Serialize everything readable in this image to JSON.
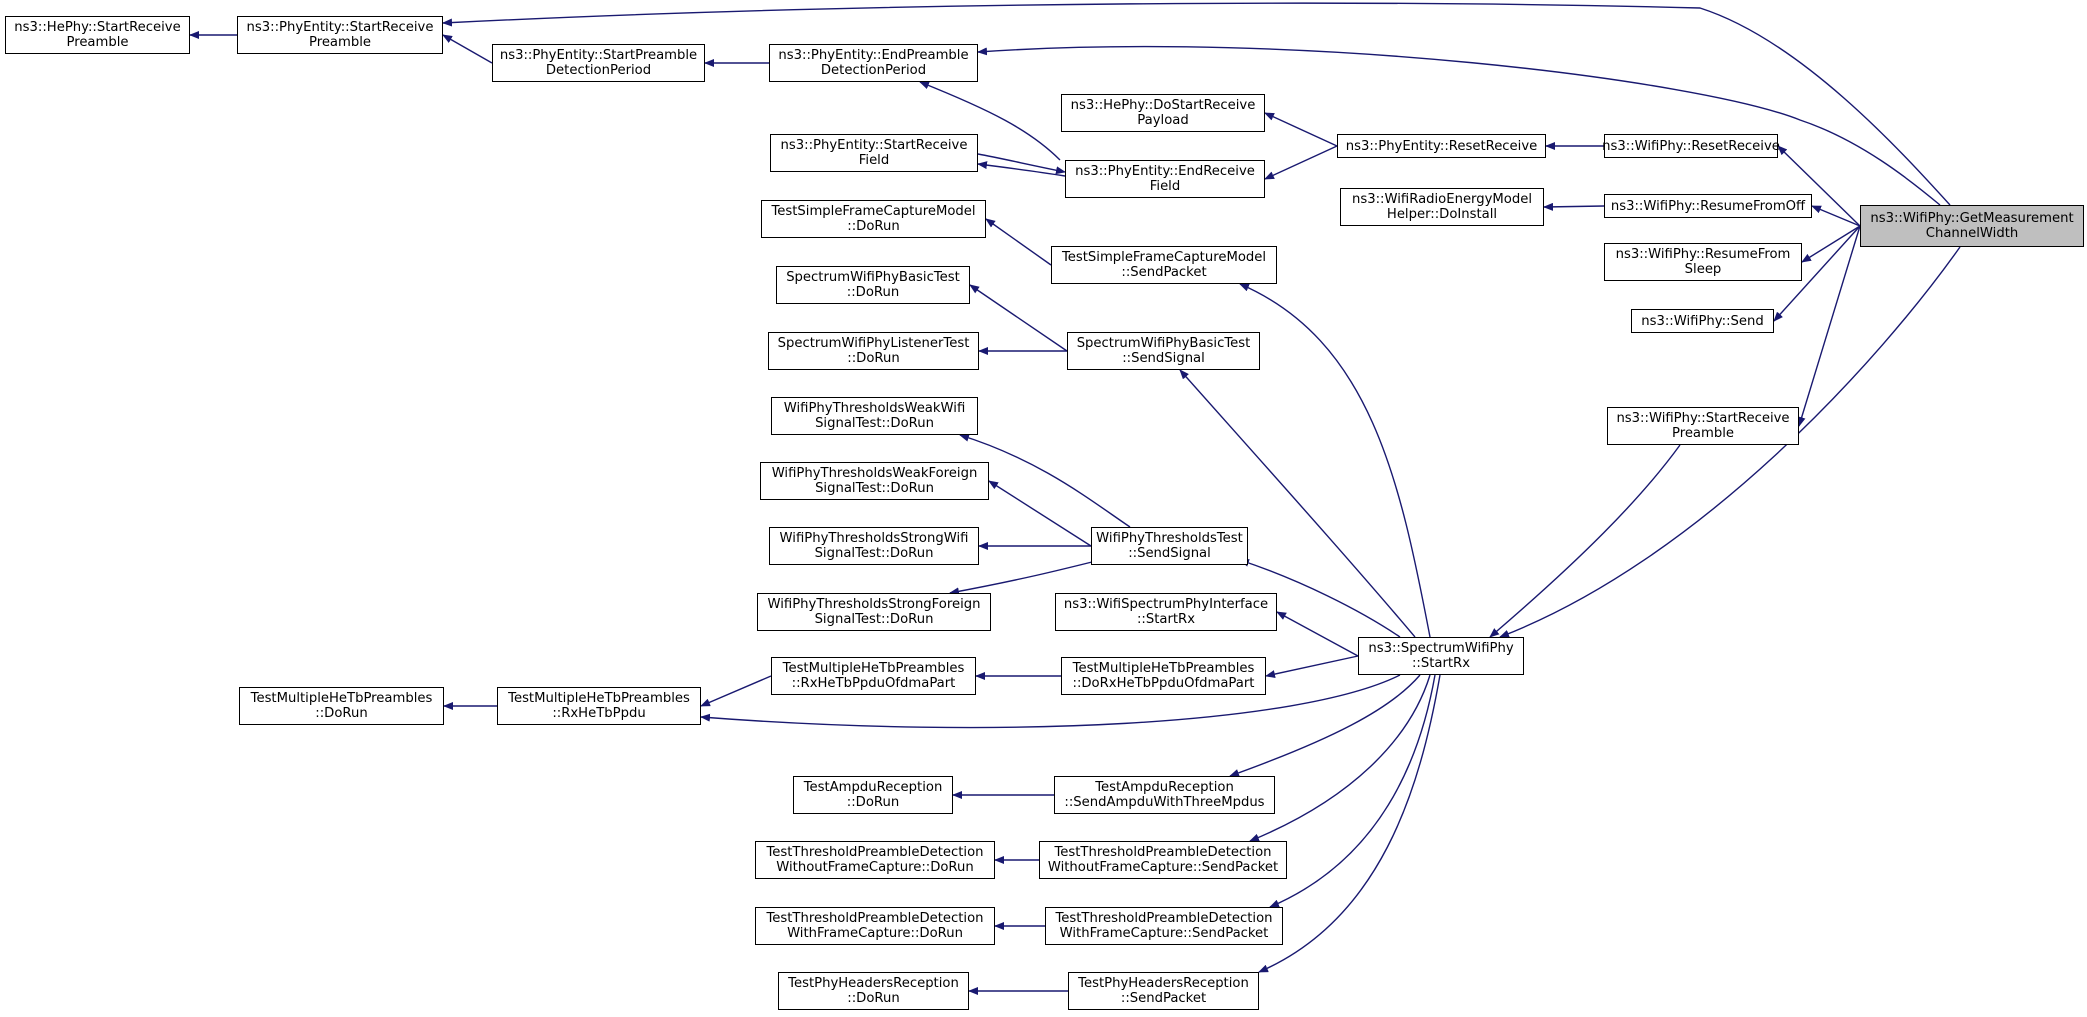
{
  "graph": {
    "edge_color": "#191970",
    "root_fill": "#bfbfbf",
    "nodes": [
      {
        "id": "root",
        "lines": [
          "ns3::WifiPhy::GetMeasurement",
          "ChannelWidth"
        ]
      },
      {
        "id": "hephy_start_receive_preamble",
        "lines": [
          "ns3::HePhy::StartReceive",
          "Preamble"
        ]
      },
      {
        "id": "phyentity_start_receive_preamble",
        "lines": [
          "ns3::PhyEntity::StartReceive",
          "Preamble"
        ]
      },
      {
        "id": "phyentity_start_preamble_detection",
        "lines": [
          "ns3::PhyEntity::StartPreamble",
          "DetectionPeriod"
        ]
      },
      {
        "id": "phyentity_end_preamble_detection",
        "lines": [
          "ns3::PhyEntity::EndPreamble",
          "DetectionPeriod"
        ]
      },
      {
        "id": "hephy_do_start_receive_payload",
        "lines": [
          "ns3::HePhy::DoStartReceive",
          "Payload"
        ]
      },
      {
        "id": "phyentity_reset_receive",
        "lines": [
          "ns3::PhyEntity::ResetReceive"
        ]
      },
      {
        "id": "wifiphy_reset_receive",
        "lines": [
          "ns3::WifiPhy::ResetReceive"
        ]
      },
      {
        "id": "phyentity_start_receive_field",
        "lines": [
          "ns3::PhyEntity::StartReceive",
          "Field"
        ]
      },
      {
        "id": "phyentity_end_receive_field",
        "lines": [
          "ns3::PhyEntity::EndReceive",
          "Field"
        ]
      },
      {
        "id": "wifi_radio_energy_model_helper",
        "lines": [
          "ns3::WifiRadioEnergyModel",
          "Helper::DoInstall"
        ]
      },
      {
        "id": "wifiphy_resume_from_off",
        "lines": [
          "ns3::WifiPhy::ResumeFromOff"
        ]
      },
      {
        "id": "wifiphy_resume_from_sleep",
        "lines": [
          "ns3::WifiPhy::ResumeFrom",
          "Sleep"
        ]
      },
      {
        "id": "wifiphy_send",
        "lines": [
          "ns3::WifiPhy::Send"
        ]
      },
      {
        "id": "wifiphy_start_receive_preamble",
        "lines": [
          "ns3::WifiPhy::StartReceive",
          "Preamble"
        ]
      },
      {
        "id": "test_simple_frame_capture_dorun",
        "lines": [
          "TestSimpleFrameCaptureModel",
          "::DoRun"
        ]
      },
      {
        "id": "test_simple_frame_capture_sendpacket",
        "lines": [
          "TestSimpleFrameCaptureModel",
          "::SendPacket"
        ]
      },
      {
        "id": "spectrum_basic_dorun",
        "lines": [
          "SpectrumWifiPhyBasicTest",
          "::DoRun"
        ]
      },
      {
        "id": "spectrum_listener_dorun",
        "lines": [
          "SpectrumWifiPhyListenerTest",
          "::DoRun"
        ]
      },
      {
        "id": "spectrum_basic_sendsignal",
        "lines": [
          "SpectrumWifiPhyBasicTest",
          "::SendSignal"
        ]
      },
      {
        "id": "thresholds_weak_wifi",
        "lines": [
          "WifiPhyThresholdsWeakWifi",
          "SignalTest::DoRun"
        ]
      },
      {
        "id": "thresholds_weak_foreign",
        "lines": [
          "WifiPhyThresholdsWeakForeign",
          "SignalTest::DoRun"
        ]
      },
      {
        "id": "thresholds_strong_wifi",
        "lines": [
          "WifiPhyThresholdsStrongWifi",
          "SignalTest::DoRun"
        ]
      },
      {
        "id": "thresholds_strong_foreign",
        "lines": [
          "WifiPhyThresholdsStrongForeign",
          "SignalTest::DoRun"
        ]
      },
      {
        "id": "thresholds_sendsignal",
        "lines": [
          "WifiPhyThresholdsTest",
          "::SendSignal"
        ]
      },
      {
        "id": "wifi_spectrum_phy_interface_startrx",
        "lines": [
          "ns3::WifiSpectrumPhyInterface",
          "::StartRx"
        ]
      },
      {
        "id": "spectrum_wifiphy_startrx",
        "lines": [
          "ns3::SpectrumWifiPhy",
          "::StartRx"
        ]
      },
      {
        "id": "multi_hetb_dorun",
        "lines": [
          "TestMultipleHeTbPreambles",
          "::DoRun"
        ]
      },
      {
        "id": "multi_hetb_rxhetbppdu",
        "lines": [
          "TestMultipleHeTbPreambles",
          "::RxHeTbPpdu"
        ]
      },
      {
        "id": "multi_hetb_rx_ofdma",
        "lines": [
          "TestMultipleHeTbPreambles",
          "::RxHeTbPpduOfdmaPart"
        ]
      },
      {
        "id": "multi_hetb_dorx_ofdma",
        "lines": [
          "TestMultipleHeTbPreambles",
          "::DoRxHeTbPpduOfdmaPart"
        ]
      },
      {
        "id": "ampdu_dorun",
        "lines": [
          "TestAmpduReception",
          "::DoRun"
        ]
      },
      {
        "id": "ampdu_send",
        "lines": [
          "TestAmpduReception",
          "::SendAmpduWithThreeMpdus"
        ]
      },
      {
        "id": "thr_wo_fc_dorun",
        "lines": [
          "TestThresholdPreambleDetection",
          "WithoutFrameCapture::DoRun"
        ]
      },
      {
        "id": "thr_wo_fc_send",
        "lines": [
          "TestThresholdPreambleDetection",
          "WithoutFrameCapture::SendPacket"
        ]
      },
      {
        "id": "thr_w_fc_dorun",
        "lines": [
          "TestThresholdPreambleDetection",
          "WithFrameCapture::DoRun"
        ]
      },
      {
        "id": "thr_w_fc_send",
        "lines": [
          "TestThresholdPreambleDetection",
          "WithFrameCapture::SendPacket"
        ]
      },
      {
        "id": "phy_headers_dorun",
        "lines": [
          "TestPhyHeadersReception",
          "::DoRun"
        ]
      },
      {
        "id": "phy_headers_send",
        "lines": [
          "TestPhyHeadersReception",
          "::SendPacket"
        ]
      }
    ],
    "edges": [
      {
        "from": "hephy_start_receive_preamble",
        "to": "phyentity_start_receive_preamble"
      },
      {
        "from": "phyentity_start_receive_preamble",
        "to": "root"
      },
      {
        "from": "phyentity_start_receive_preamble",
        "to": "phyentity_start_preamble_detection"
      },
      {
        "from": "phyentity_start_preamble_detection",
        "to": "phyentity_end_preamble_detection"
      },
      {
        "from": "phyentity_end_preamble_detection",
        "to": "root"
      },
      {
        "from": "phyentity_end_preamble_detection",
        "to": "phyentity_end_receive_field"
      },
      {
        "from": "phyentity_end_receive_field",
        "to": "phyentity_start_receive_field"
      },
      {
        "from": "phyentity_start_receive_field",
        "to": "phyentity_end_receive_field"
      },
      {
        "from": "phyentity_end_receive_field",
        "to": "phyentity_reset_receive"
      },
      {
        "from": "hephy_do_start_receive_payload",
        "to": "phyentity_reset_receive"
      },
      {
        "from": "phyentity_reset_receive",
        "to": "wifiphy_reset_receive"
      },
      {
        "from": "wifiphy_reset_receive",
        "to": "root"
      },
      {
        "from": "wifi_radio_energy_model_helper",
        "to": "wifiphy_resume_from_off"
      },
      {
        "from": "wifiphy_resume_from_off",
        "to": "root"
      },
      {
        "from": "wifiphy_resume_from_sleep",
        "to": "root"
      },
      {
        "from": "wifiphy_send",
        "to": "root"
      },
      {
        "from": "wifiphy_start_receive_preamble",
        "to": "root"
      },
      {
        "from": "spectrum_wifiphy_startrx",
        "to": "root"
      },
      {
        "from": "spectrum_wifiphy_startrx",
        "to": "wifiphy_start_receive_preamble"
      },
      {
        "from": "test_simple_frame_capture_dorun",
        "to": "test_simple_frame_capture_sendpacket"
      },
      {
        "from": "test_simple_frame_capture_sendpacket",
        "to": "spectrum_wifiphy_startrx"
      },
      {
        "from": "spectrum_basic_dorun",
        "to": "spectrum_basic_sendsignal"
      },
      {
        "from": "spectrum_listener_dorun",
        "to": "spectrum_basic_sendsignal"
      },
      {
        "from": "spectrum_basic_sendsignal",
        "to": "spectrum_wifiphy_startrx"
      },
      {
        "from": "thresholds_weak_wifi",
        "to": "thresholds_sendsignal"
      },
      {
        "from": "thresholds_weak_foreign",
        "to": "thresholds_sendsignal"
      },
      {
        "from": "thresholds_strong_wifi",
        "to": "thresholds_sendsignal"
      },
      {
        "from": "thresholds_strong_foreign",
        "to": "thresholds_sendsignal"
      },
      {
        "from": "thresholds_sendsignal",
        "to": "spectrum_wifiphy_startrx"
      },
      {
        "from": "wifi_spectrum_phy_interface_startrx",
        "to": "spectrum_wifiphy_startrx"
      },
      {
        "from": "multi_hetb_dorun",
        "to": "multi_hetb_rxhetbppdu"
      },
      {
        "from": "multi_hetb_rxhetbppdu",
        "to": "multi_hetb_rx_ofdma"
      },
      {
        "from": "multi_hetb_rxhetbppdu",
        "to": "spectrum_wifiphy_startrx"
      },
      {
        "from": "multi_hetb_rx_ofdma",
        "to": "multi_hetb_dorx_ofdma"
      },
      {
        "from": "multi_hetb_dorx_ofdma",
        "to": "spectrum_wifiphy_startrx"
      },
      {
        "from": "ampdu_dorun",
        "to": "ampdu_send"
      },
      {
        "from": "ampdu_send",
        "to": "spectrum_wifiphy_startrx"
      },
      {
        "from": "thr_wo_fc_dorun",
        "to": "thr_wo_fc_send"
      },
      {
        "from": "thr_wo_fc_send",
        "to": "spectrum_wifiphy_startrx"
      },
      {
        "from": "thr_w_fc_dorun",
        "to": "thr_w_fc_send"
      },
      {
        "from": "thr_w_fc_send",
        "to": "spectrum_wifiphy_startrx"
      },
      {
        "from": "phy_headers_dorun",
        "to": "phy_headers_send"
      },
      {
        "from": "phy_headers_send",
        "to": "spectrum_wifiphy_startrx"
      }
    ]
  }
}
